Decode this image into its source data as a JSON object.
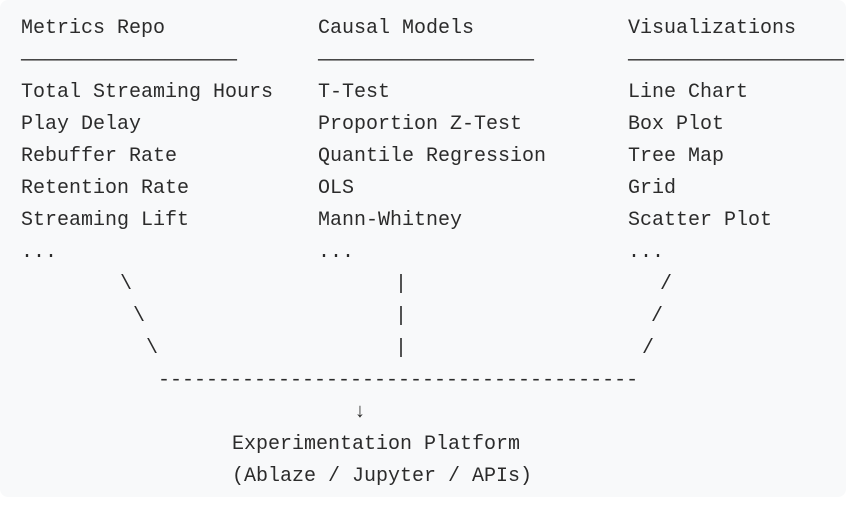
{
  "colors": {
    "panel_background": "#f8f9fa",
    "page_background": "#ffffff",
    "text": "#2b2b2b"
  },
  "columns": [
    {
      "title": "Metrics Repo",
      "underline": "——————————————————",
      "items": [
        "Total Streaming Hours",
        "Play Delay",
        "Rebuffer Rate",
        "Retention Rate",
        "Streaming Lift",
        "..."
      ]
    },
    {
      "title": "Causal Models",
      "underline": "——————————————————",
      "items": [
        "T-Test",
        "Proportion Z-Test",
        "Quantile Regression",
        "OLS",
        "Mann-Whitney",
        "..."
      ]
    },
    {
      "title": "Visualizations",
      "underline": "——————————————————",
      "items": [
        "Line Chart",
        "Box Plot",
        "Tree Map",
        "Grid",
        "Scatter Plot",
        "..."
      ]
    }
  ],
  "connectors": {
    "left_glyph": "\\",
    "middle_glyph": "|",
    "right_glyph": "/",
    "dashed_line": "----------------------------------------",
    "arrow": "↓"
  },
  "platform": {
    "line1": "Experimentation Platform",
    "line2": "(Ablaze / Jupyter / APIs)"
  }
}
